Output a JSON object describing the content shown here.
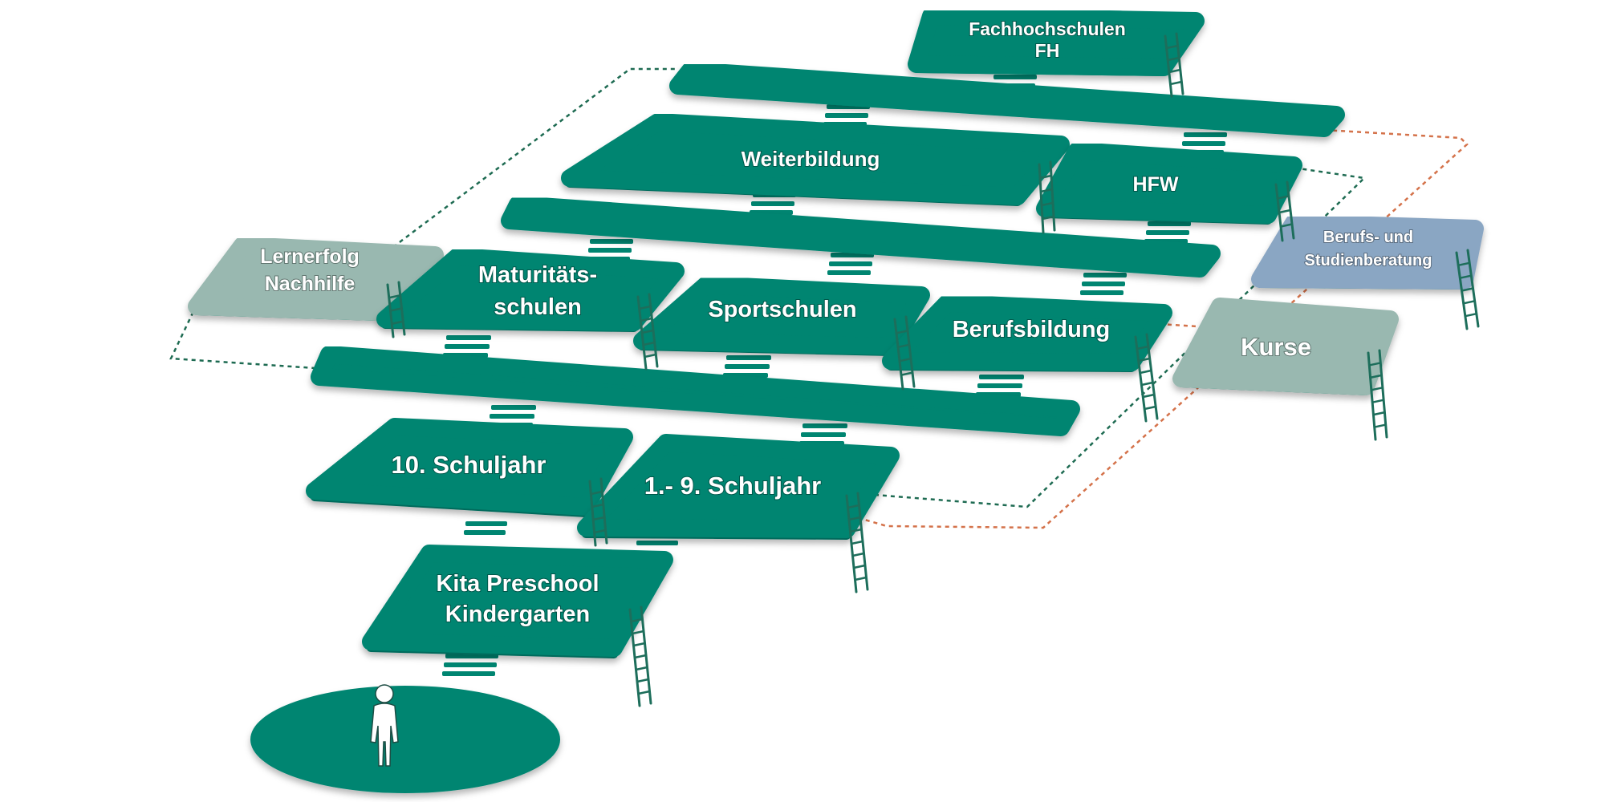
{
  "colors": {
    "primary": "#008571",
    "primary_dark": "#006b5b",
    "light": "#99b8b0",
    "light_dark": "#7f9f97",
    "blue": "#8aa6c3",
    "blue_dark": "#6f8cab",
    "ladder": "#1d6e5b",
    "path_green": "#1e6b52",
    "path_orange": "#d4724a",
    "person": "#ffffff"
  },
  "labels": {
    "fh_line1": "Fachhochschulen",
    "fh_line2": "FH",
    "weiterbildung": "Weiterbildung",
    "hfw": "HFW",
    "beratung_line1": "Berufs- und",
    "beratung_line2": "Studienberatung",
    "lernerfolg_line1": "Lernerfolg",
    "lernerfolg_line2": "Nachhilfe",
    "maturitaet_line1": "Maturitäts-",
    "maturitaet_line2": "schulen",
    "sportschulen": "Sportschulen",
    "berufsbildung": "Berufsbildung",
    "kurse": "Kurse",
    "schuljahr10": "10. Schuljahr",
    "schuljahr1_9": "1.- 9. Schuljahr",
    "kita_line1": "Kita Preschool",
    "kita_line2": "Kindergarten"
  }
}
